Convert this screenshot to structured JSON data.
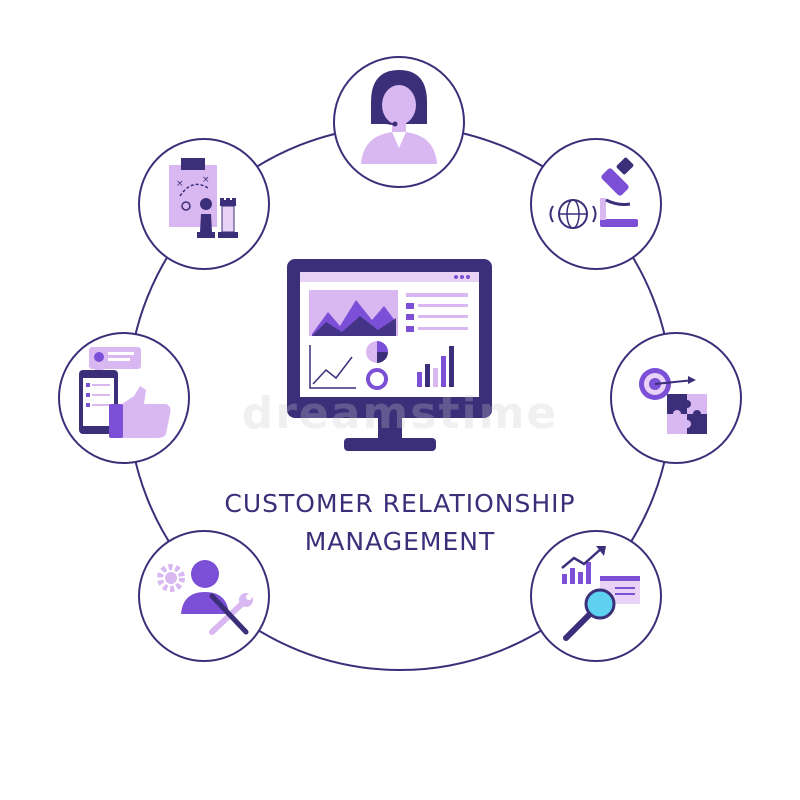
{
  "title": {
    "line1": "CUSTOMER RELATIONSHIP",
    "line2": "MANAGEMENT"
  },
  "watermark": "dreamstime",
  "colors": {
    "ring": "#3b2f7a",
    "accent_dark": "#3b2f7a",
    "accent_purple": "#7b4fd6",
    "accent_light": "#d9b8f2",
    "accent_lavender": "#e8d3f7",
    "accent_cyan": "#5fd1f0"
  },
  "icons": [
    "customer-support-agent-icon",
    "global-research-microscope-icon",
    "target-puzzle-strategy-icon",
    "analytics-magnifier-icon",
    "user-settings-tools-icon",
    "mobile-feedback-thumbs-up-icon",
    "chess-strategy-plan-icon",
    "dashboard-monitor-icon"
  ]
}
